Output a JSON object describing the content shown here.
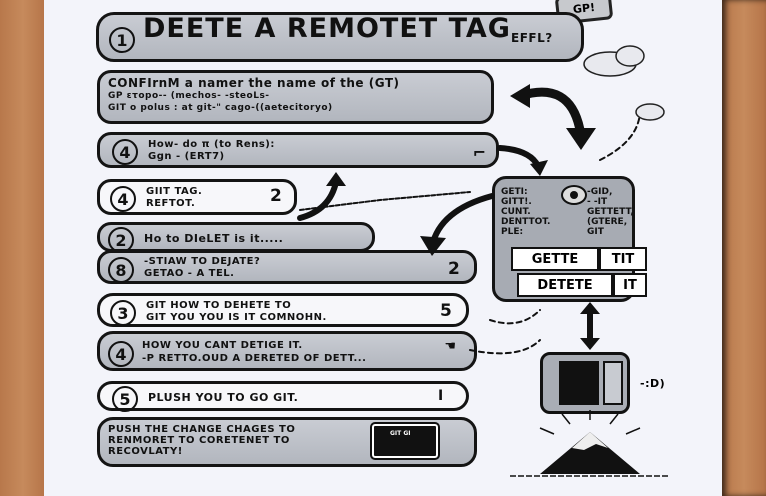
{
  "header": {
    "step": "1",
    "title": "DEETE A REMOTET TAG",
    "suffix": "EFFL?",
    "keycap_label": "GP!"
  },
  "steps": [
    {
      "id": "confirm",
      "number": "",
      "lines": [
        "CONFIrnM a namer the name of the (GT)",
        "GP ετopo-- (mechos- -steoLs-",
        "GIT o polus : at git-\" cago-((aetecitoryo)"
      ]
    },
    {
      "id": "how-do",
      "number": "4",
      "lines": [
        "How- do π (to Rens):",
        "Ggn - (ERT7)"
      ]
    },
    {
      "id": "git-tag",
      "number": "4",
      "lines": [
        "GIIT TAG.",
        "REFTOT."
      ],
      "trailing": "2"
    },
    {
      "id": "how-to-delete",
      "number": "2",
      "lines": [
        "Ho to DIeLET is it....."
      ]
    },
    {
      "id": "staw",
      "number": "8",
      "lines": [
        "-STIAW to DEJATE?",
        "GETAO - a TeL."
      ],
      "trailing": "2"
    },
    {
      "id": "git-how",
      "number": "3",
      "lines": [
        "GIT HOW to DEHETE TO",
        "GIT YOU YOU IS IT COMNOHN."
      ],
      "trailing": "5"
    },
    {
      "id": "how-you-cant",
      "number": "4",
      "lines": [
        "HOW YOU CANT DETIGE IT.",
        "-P RETTO.OUD A DERETED OF DETT..."
      ]
    },
    {
      "id": "push-you",
      "number": "5",
      "lines": [
        "PLUSH YOU TO GO GIT."
      ],
      "trailing": "I"
    },
    {
      "id": "push-changes",
      "number": "",
      "lines": [
        "PUSH THE CHANGE CHAGES TO",
        "RENMORET TO CORETENET TO",
        "RECOVLATY!"
      ],
      "monitor_text": "GIT GI"
    }
  ],
  "panel": {
    "left_lines": [
      "GETI:",
      "GITT!.",
      "CUNT.",
      "DENTTOT.",
      "PLE:"
    ],
    "right_lines": [
      "-GID,",
      "- -IT",
      "GETTETT,",
      "(GTERE,",
      "GIT"
    ],
    "buttons": [
      {
        "label": "GETTE",
        "side": "TIT"
      },
      {
        "label": "DETETE",
        "side": "IT"
      }
    ]
  },
  "device": {
    "side_label": "-:D)"
  },
  "colors": {
    "wood": "#b97a4e",
    "paper": "#f3f4fa",
    "box_fill": "#b9bcc4",
    "ink": "#141414"
  }
}
